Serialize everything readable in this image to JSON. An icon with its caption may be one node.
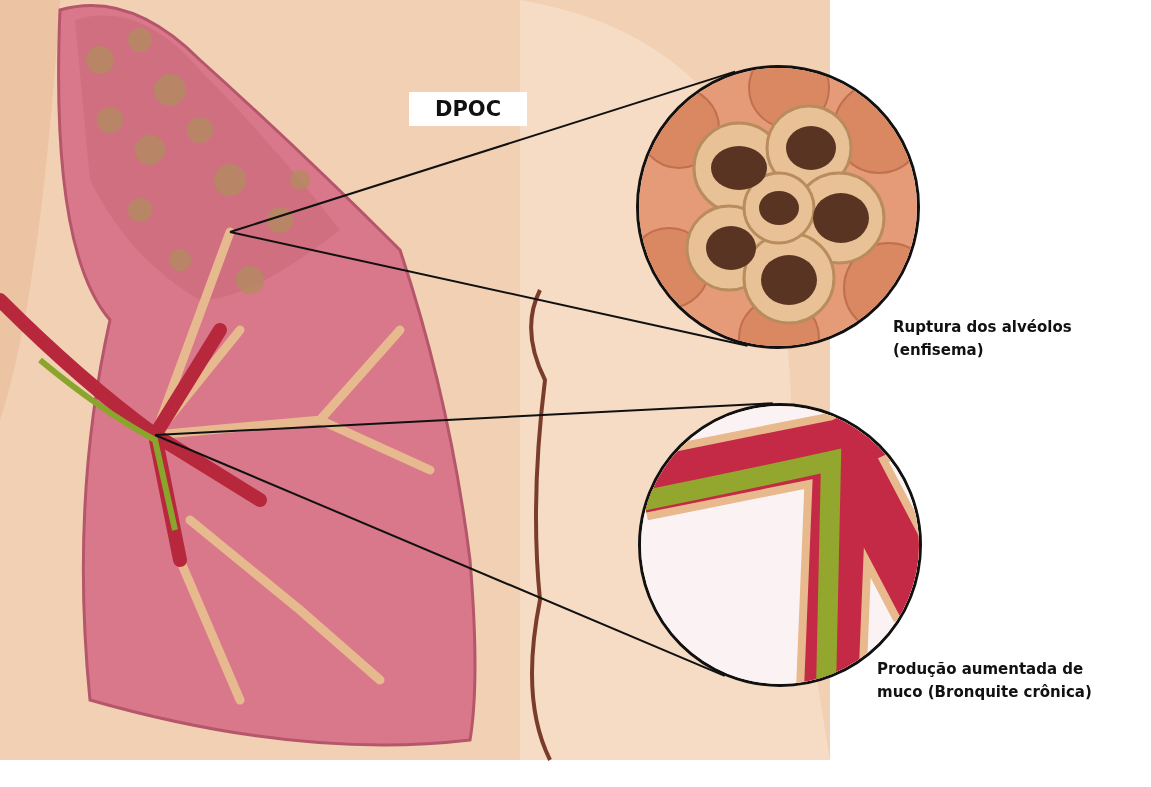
{
  "diagram": {
    "title": "DPOC",
    "nodes": [
      {
        "text": [],
        "shape": "circle",
        "beside": [
          "Ruptura dos alvéolos (enfisema)"
        ]
      },
      {
        "text": [],
        "shape": "circle",
        "beside": [
          "Produção aumentada de muco (Bronquite crônica)"
        ]
      }
    ],
    "edges": [
      {
        "from": null,
        "to": 0,
        "arrow": "none"
      },
      {
        "from": null,
        "to": 0,
        "arrow": "none"
      },
      {
        "from": null,
        "to": 1,
        "arrow": "none"
      },
      {
        "from": null,
        "to": 1,
        "arrow": "none"
      }
    ]
  }
}
